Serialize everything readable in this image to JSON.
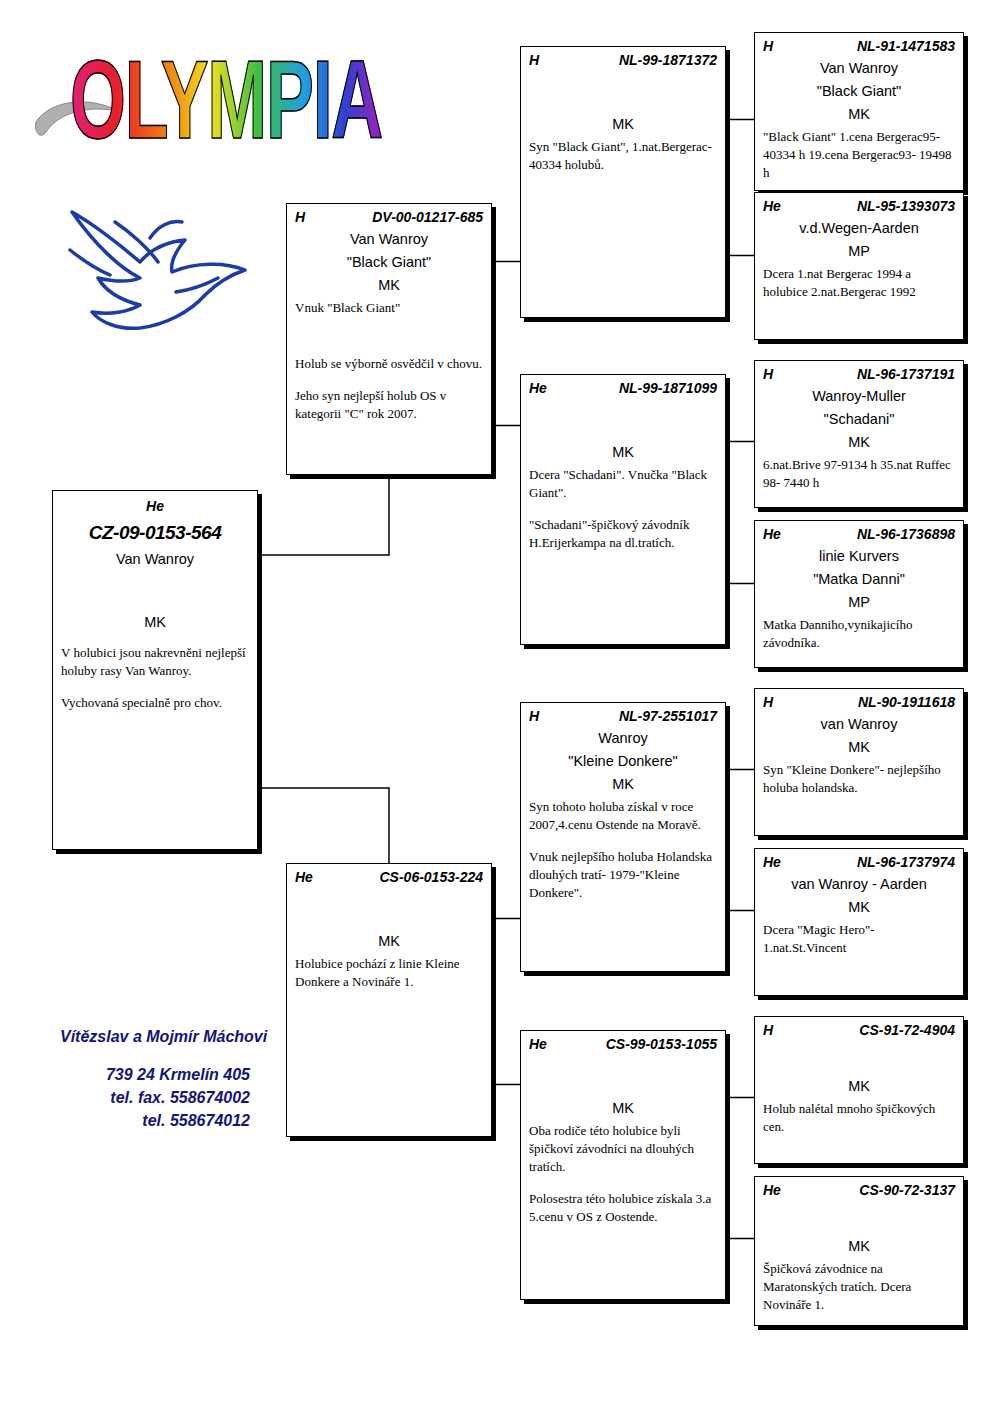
{
  "diagram": {
    "title": "OLYMPIA",
    "nodes": [
      {
        "text": [
          "He",
          "CZ-09-0153-564",
          "Van Wanroy",
          "MK",
          "V holubici jsou nakrevněni nejlepší holuby rasy Van Wanroy.",
          "Vychovaná specialně pro chov."
        ]
      },
      {
        "text": [
          "H",
          "DV-00-01217-685",
          "Van Wanroy",
          "\"Black Giant\"",
          "MK",
          "Vnuk \"Black Giant\"",
          "Holub se výborně osvědčil v chovu.",
          "Jeho syn nejlepší holub OS v kategorii \"C\" rok 2007."
        ]
      },
      {
        "text": [
          "He",
          "CS-06-0153-224",
          "MK",
          "Holubice pochází z linie Kleine Donkere a Novináře 1."
        ]
      },
      {
        "text": [
          "H",
          "NL-99-1871372",
          "MK",
          "Syn \"Black Giant\", 1.nat.Bergerac-40334 holubů."
        ]
      },
      {
        "text": [
          "He",
          "NL-99-1871099",
          "MK",
          "Dcera \"Schadani\". Vnučka \"Black Giant\".",
          "\"Schadani\"-špičkový závodník H.Erijerkampa na dl.tratích."
        ]
      },
      {
        "text": [
          "H",
          "NL-97-2551017",
          "Wanroy",
          "\"Kleine Donkere\"",
          "MK",
          "Syn tohoto holuba získal v roce 2007,4.cenu Ostende na Moravě.",
          "Vnuk nejlepšího holuba Holandska dlouhých tratí- 1979-\"Kleine Donkere\"."
        ]
      },
      {
        "text": [
          "He",
          "CS-99-0153-1055",
          "MK",
          "Oba rodiče této holubice byli špičkoví závodníci na dlouhých tratích.",
          "Polosestra této holubice získala 3.a 5.cenu v OS z Oostende."
        ]
      },
      {
        "text": [
          "H",
          "NL-91-1471583",
          "Van Wanroy",
          "\"Black Giant\"",
          "MK",
          "\"Black Giant\" 1.cena Bergerac95-40334 h 19.cena Bergerac93- 19498 h"
        ]
      },
      {
        "text": [
          "He",
          "NL-95-1393073",
          "v.d.Wegen-Aarden",
          "MP",
          "Dcera 1.nat Bergerac 1994 a holubice 2.nat.Bergerac 1992"
        ]
      },
      {
        "text": [
          "H",
          "NL-96-1737191",
          "Wanroy-Muller",
          "\"Schadani\"",
          "MK",
          "6.nat.Brive 97-9134 h 35.nat Ruffec 98- 7440 h"
        ]
      },
      {
        "text": [
          "He",
          "NL-96-1736898",
          "linie Kurvers",
          "\"Matka Danni\"",
          "MP",
          "Matka Danniho,vynikajicího závodníka."
        ]
      },
      {
        "text": [
          "H",
          "NL-90-1911618",
          "van Wanroy",
          "MK",
          "Syn \"Kleine Donkere\"- nejlepšího holuba holandska."
        ]
      },
      {
        "text": [
          "He",
          "NL-96-1737974",
          "van Wanroy - Aarden",
          "MK",
          "Dcera \"Magic Hero\"- 1.nat.St.Vincent"
        ]
      },
      {
        "text": [
          "H",
          "CS-91-72-4904",
          "MK",
          "Holub nalétal mnoho špičkových cen."
        ]
      },
      {
        "text": [
          "He",
          "CS-90-72-3137",
          "MK",
          "Špičková závodnice na Maratonských tratích. Dcera Novináře 1."
        ]
      }
    ],
    "edges": [
      {
        "from": 0,
        "to": 1,
        "arrow": "none"
      },
      {
        "from": 0,
        "to": 2,
        "arrow": "none"
      },
      {
        "from": 1,
        "to": 3,
        "arrow": "none"
      },
      {
        "from": 1,
        "to": 4,
        "arrow": "none"
      },
      {
        "from": 2,
        "to": 5,
        "arrow": "none"
      },
      {
        "from": 2,
        "to": 6,
        "arrow": "none"
      },
      {
        "from": 3,
        "to": 7,
        "arrow": "none"
      },
      {
        "from": 3,
        "to": 8,
        "arrow": "none"
      },
      {
        "from": 4,
        "to": 9,
        "arrow": "none"
      },
      {
        "from": 4,
        "to": 10,
        "arrow": "none"
      },
      {
        "from": 5,
        "to": 11,
        "arrow": "none"
      },
      {
        "from": 5,
        "to": 12,
        "arrow": "none"
      },
      {
        "from": 6,
        "to": 13,
        "arrow": "none"
      },
      {
        "from": 6,
        "to": 14,
        "arrow": "none"
      }
    ],
    "labels": [
      "Vítězslav a Mojmír Máchovi",
      "739 24 Krmelín 405",
      "tel. fax. 558674002",
      "tel. 558674012"
    ]
  }
}
